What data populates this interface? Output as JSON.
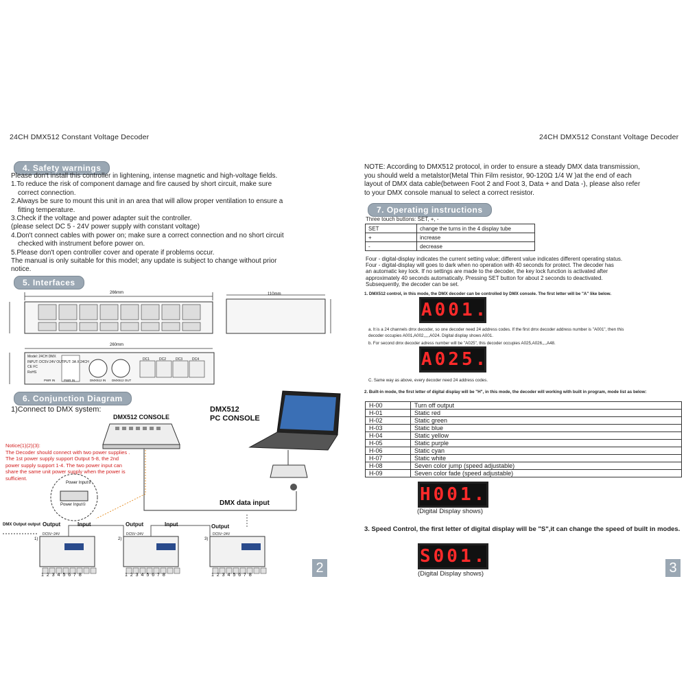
{
  "left": {
    "header": "24CH DMX512 Constant Voltage Decoder",
    "safety": {
      "title": "4. Safety warnings",
      "lines": [
        "Please don't install this controller in lightening, intense magnetic and high-voltage fields.",
        "1.To reduce the risk of component damage and fire caused by short circuit, make sure",
        "correct connection.",
        "2.Always be sure to mount this unit in an area that will allow proper ventilation to ensure a",
        "fitting temperature.",
        "3.Check if the voltage and power adapter suit the controller.",
        "(please select DC 5 - 24V power supply with constant voltage)",
        "4.Don't connect cables with power on; make sure a correct connection and no short circuit",
        "checked with instrument before power on.",
        "5.Please don't open controller cover and operate if problems occur.",
        "The manual is only suitable for this model; any update is subject to change without prior",
        "notice."
      ]
    },
    "interfaces": {
      "title": "5. Interfaces",
      "dim_top": "266mm",
      "dim_side": "110mm",
      "dim_bottom": "260mm",
      "panel_lines": [
        "Model: 24CH DMX",
        "INPUT: DC5V-24V  OUTPUT: 3A X 24CH",
        "CE  FC",
        "RoHS"
      ],
      "ports": [
        "DMX512 IN",
        "DMX512 OUT"
      ],
      "power_labels": [
        "PWR IN",
        "PWR IN"
      ],
      "dc_labels": [
        "DC1",
        "DC2",
        "DC3",
        "DC4"
      ]
    },
    "conjunction": {
      "title": "6. Conjunction Diagram",
      "subtitle": "1)Connect to DMX system:",
      "console_label": "DMX512 CONSOLE",
      "pc_label_1": "DMX512",
      "pc_label_2": "PC CONSOLE",
      "notice_title": "Notice(1)(2)(3):",
      "notice_lines": [
        "The Decoder should connect with two power supplies .",
        "The 1st power supply support Output 5-8, the 2nd",
        "power supply support 1-4. The two power input can",
        "share the same unit power supply when the power is",
        "sufficient."
      ],
      "power_input_2": "Power Input②",
      "power_input_1": "Power Input①",
      "dmx_data_input": "DMX data input",
      "dmx_output_label": "DMX Output  output",
      "output_label": "Output",
      "input_label": "Input",
      "dev_nums": [
        "1)",
        "2)",
        "3)"
      ],
      "channel_numbers": "1 2 3 4 5 6 7 8",
      "dc_tag": "DC5V~24V"
    },
    "page_number": "2"
  },
  "right": {
    "header": "24CH DMX512 Constant Voltage Decoder",
    "note_lines": [
      "NOTE: According to DMX512 protocol, in order to ensure a steady DMX data transmission,",
      "you should weld a metalstor(Metal Thin Film resistor, 90-120Ω 1/4 W )at the end of each",
      "layout of DMX data cable(between Foot 2 and Foot 3, Data + and Data -), please also refer",
      "to your DMX console manual to select a correct resistor."
    ],
    "operating": {
      "title": "7. Operating instructions",
      "buttons_line": "Three touch buttons: SET, +, -",
      "table": [
        {
          "key": "SET",
          "desc": "change the turns in the 4 display tube"
        },
        {
          "key": "+",
          "desc": "increase"
        },
        {
          "key": "-",
          "desc": "decrease"
        }
      ],
      "para_lines": [
        "Four - digital-display indicates the current setting value; different value indicates different operating status.",
        "Four - digital-display will goes to dark when no operation with 40 seconds for protect.  The decoder has",
        "an automatic key lock. If no settings are made to the decoder, the key lock function is activated after",
        "approximately  40  seconds  automatically. Pressing SET button  for  about  2  seconds  to  deactivated.",
        "Subsequently,  the decoder can be set."
      ]
    },
    "mode1": {
      "text": "1. DMX512 control, in this mode, the DMX decoder can be controlled by DMX console. The first letter  will be \"A\" like below.",
      "display": "A001.",
      "a_lines": [
        "a. It is a 24 channels dmx decoder, so one decoder need 24 address codes.  If the first dmx decoder address number is \"A001\", then this",
        "decoder occupies A001,A002,,,,,A024. Digital display shows A001."
      ],
      "b_line": "b. For second dmx decoder adress number will be \"A025\", this decoder occupies A025,A026,,,,A48.",
      "display2": "A025.",
      "c_line": "C. Same way as above, every decoder need 24 address codes."
    },
    "mode2": {
      "text": "2. Built-in mode, the first letter of digital display will be \"H\", in this mode, the decoder will working with built in program, mode list as below:",
      "modes": [
        {
          "code": "H-00",
          "name": "Turn off output"
        },
        {
          "code": "H-01",
          "name": "Static red"
        },
        {
          "code": "H-02",
          "name": "Static green"
        },
        {
          "code": "H-03",
          "name": "Static blue"
        },
        {
          "code": "H-04",
          "name": "Static yellow"
        },
        {
          "code": "H-05",
          "name": "Static purple"
        },
        {
          "code": "H-06",
          "name": "Static cyan"
        },
        {
          "code": "H-07",
          "name": "Static white"
        },
        {
          "code": "H-08",
          "name": "Seven color jump  (speed adjustable)"
        },
        {
          "code": "H-09",
          "name": "Seven color fade  (speed adjustable)"
        }
      ],
      "display": "H001.",
      "caption": "(Digital Display shows)"
    },
    "mode3": {
      "text": "3. Speed Control, the first letter of digital display will be \"S\",it can change the speed of built in modes.",
      "display": "S001.",
      "caption": "(Digital Display shows)"
    },
    "page_number": "3"
  },
  "colors": {
    "pill": "#9aa7b3",
    "segment": "#ff2a2a",
    "notice_red": "#d21d1d"
  }
}
